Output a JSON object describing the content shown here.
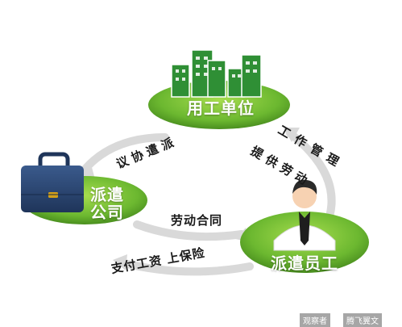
{
  "nodes": {
    "employer": "用工单位",
    "agency": "派遣\n公司",
    "employee": "派遣员工"
  },
  "flows": {
    "agreement": "议协遣派",
    "work_management": "工作管理",
    "provide_labor": "提供劳动",
    "labor_contract": "劳动合同",
    "pay_wages": "支付工资 上保险"
  },
  "watermark": {
    "left": "观察者",
    "right": "腾飞翼文"
  },
  "colors": {
    "green": "#5fae2b",
    "green_light": "#8ccf3b",
    "building": "#3b9a3a"
  }
}
